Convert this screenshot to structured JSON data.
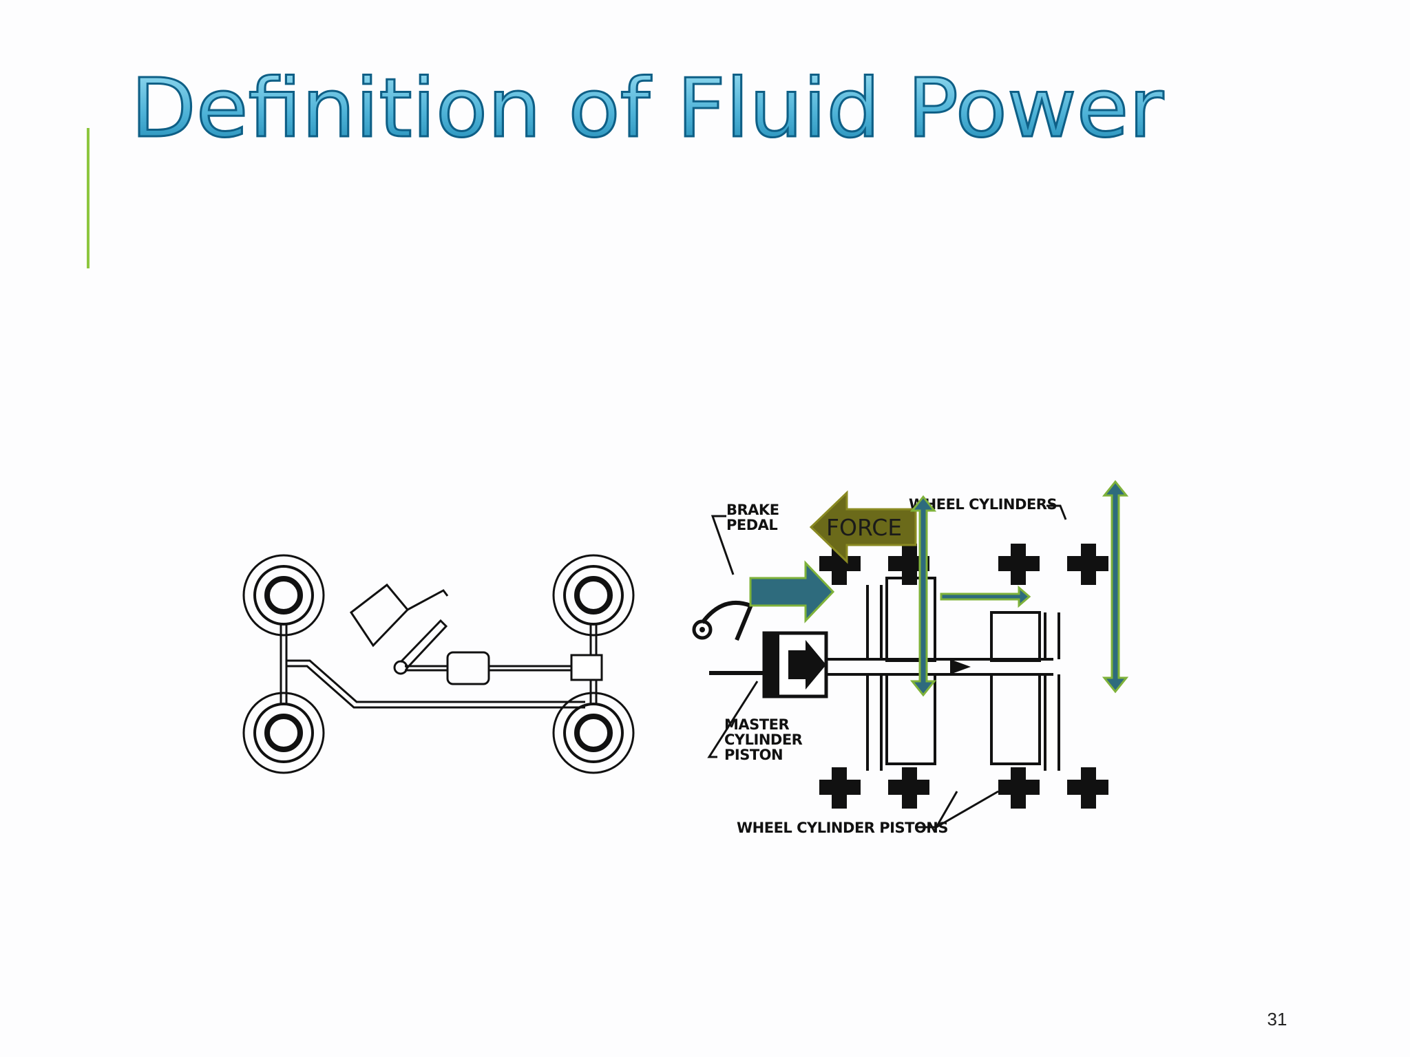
{
  "slide": {
    "title": "Definition of Fluid Power",
    "page_number": "31"
  },
  "diagram": {
    "labels": {
      "brake_pedal_1": "BRAKE",
      "brake_pedal_2": "PEDAL",
      "wheel_cylinders": "WHEEL CYLINDERS",
      "master_1": "MASTER",
      "master_2": "CYLINDER",
      "master_3": "PISTON",
      "wheel_cylinder_pistons": "WHEEL CYLINDER PISTONS"
    },
    "force_label": "FORCE"
  },
  "colors": {
    "accent_bar": "#8dc63f",
    "title_fill_top": "#7fd0ea",
    "title_fill_bottom": "#1a86b0",
    "title_outline": "#0e5f86",
    "force_arrow": "#6b6a1a",
    "force_outline": "#8a8a22",
    "flow_arrow": "#2e6b7d",
    "flow_outline": "#7fb23a",
    "line_art": "#111111"
  },
  "icons": [
    "brake-pedal-icon",
    "wheel-icon",
    "master-cylinder-icon",
    "wheel-cylinder-icon"
  ]
}
